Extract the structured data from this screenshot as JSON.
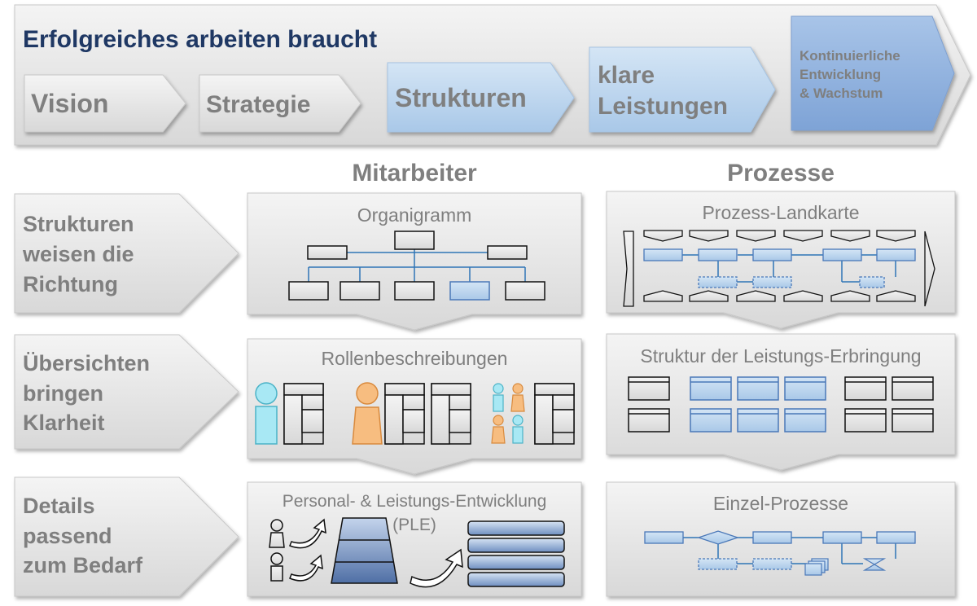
{
  "banner": {
    "title": "Erfolgreiches arbeiten braucht",
    "steps": [
      {
        "lines": [
          "Vision"
        ]
      },
      {
        "lines": [
          "Strategie"
        ]
      },
      {
        "lines": [
          "Strukturen"
        ]
      },
      {
        "lines": [
          "klare",
          "Leistungen"
        ]
      },
      {
        "lines": [
          "Kontinuierliche",
          "Entwicklung",
          "& Wachstum"
        ]
      }
    ]
  },
  "columns": {
    "left": "Mitarbeiter",
    "right": "Prozesse"
  },
  "rows": [
    {
      "lines": [
        "Strukturen",
        "weisen die",
        "Richtung"
      ],
      "left_box": {
        "title": "Organigramm"
      },
      "right_box": {
        "title": "Prozess-Landkarte"
      }
    },
    {
      "lines": [
        "Übersichten",
        "bringen",
        "Klarheit"
      ],
      "left_box": {
        "title": "Rollenbeschreibungen"
      },
      "right_box": {
        "title": "Struktur der Leistungs-Erbringung"
      }
    },
    {
      "lines": [
        "Details",
        "passend",
        "zum Bedarf"
      ],
      "left_box": {
        "title": "Personal- & Leistungs-Entwicklung",
        "subtitle": "(PLE)"
      },
      "right_box": {
        "title": "Einzel-Prozesse"
      }
    }
  ],
  "colors": {
    "gray_text": "#7f7f7f",
    "title_navy": "#1f3864",
    "box_blue": "#bdd7ee",
    "box_blue_dark": "#8eaadb",
    "line_blue": "#2e75b6",
    "person_cyan": "#9fe3f0",
    "person_orange": "#f5b777"
  }
}
